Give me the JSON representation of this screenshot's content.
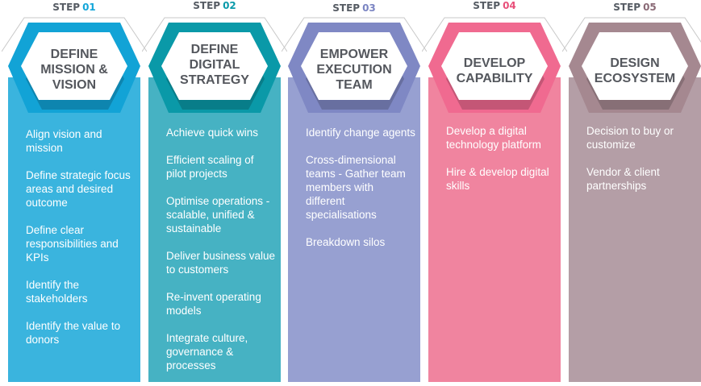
{
  "steps": [
    {
      "label": "STEP",
      "num": "01",
      "title": "DEFINE MISSION & VISION",
      "colors": {
        "num": "#14a6d9",
        "top": "#12a3d6",
        "body": "#3ab4de"
      },
      "items": [
        "Align vision and mission",
        "Define strategic focus areas and desired outcome",
        "Define clear responsibilities and KPIs",
        "Identify the stakeholders",
        "Identify the value to donors"
      ]
    },
    {
      "label": "STEP",
      "num": "02",
      "title": "DEFINE DIGITAL STRATEGY",
      "colors": {
        "num": "#0a9aaa",
        "top": "#0a99a8",
        "body": "#46b2c3"
      },
      "items": [
        "Achieve quick wins",
        "Efficient scaling of pilot projects",
        "Optimise operations - scalable, unified & sustainable",
        "Deliver business value to customers",
        "Re-invent operating models",
        "Integrate culture, governance & processes"
      ]
    },
    {
      "label": "STEP",
      "num": "03",
      "title": "EMPOWER EXECUTION TEAM",
      "colors": {
        "num": "#7a84c2",
        "top": "#7f88c4",
        "body": "#97a0d1"
      },
      "items": [
        "Identify change agents",
        "Cross-dimensional teams - Gather team members with different specialisations",
        "Breakdown silos"
      ]
    },
    {
      "label": "STEP",
      "num": "04",
      "title": "DEVELOP CAPABILITY",
      "colors": {
        "num": "#e8507a",
        "top": "#f06a90",
        "body": "#f0849f"
      },
      "items": [
        "Develop a digital technology platform",
        "Hire & develop digital skills"
      ]
    },
    {
      "label": "STEP",
      "num": "05",
      "title": "DESIGN ECOSYSTEM",
      "colors": {
        "num": "#8a6a76",
        "top": "#a58890",
        "body": "#b49ea6"
      },
      "items": [
        "Decision to buy or customize",
        "Vendor & client partnerships"
      ]
    }
  ]
}
